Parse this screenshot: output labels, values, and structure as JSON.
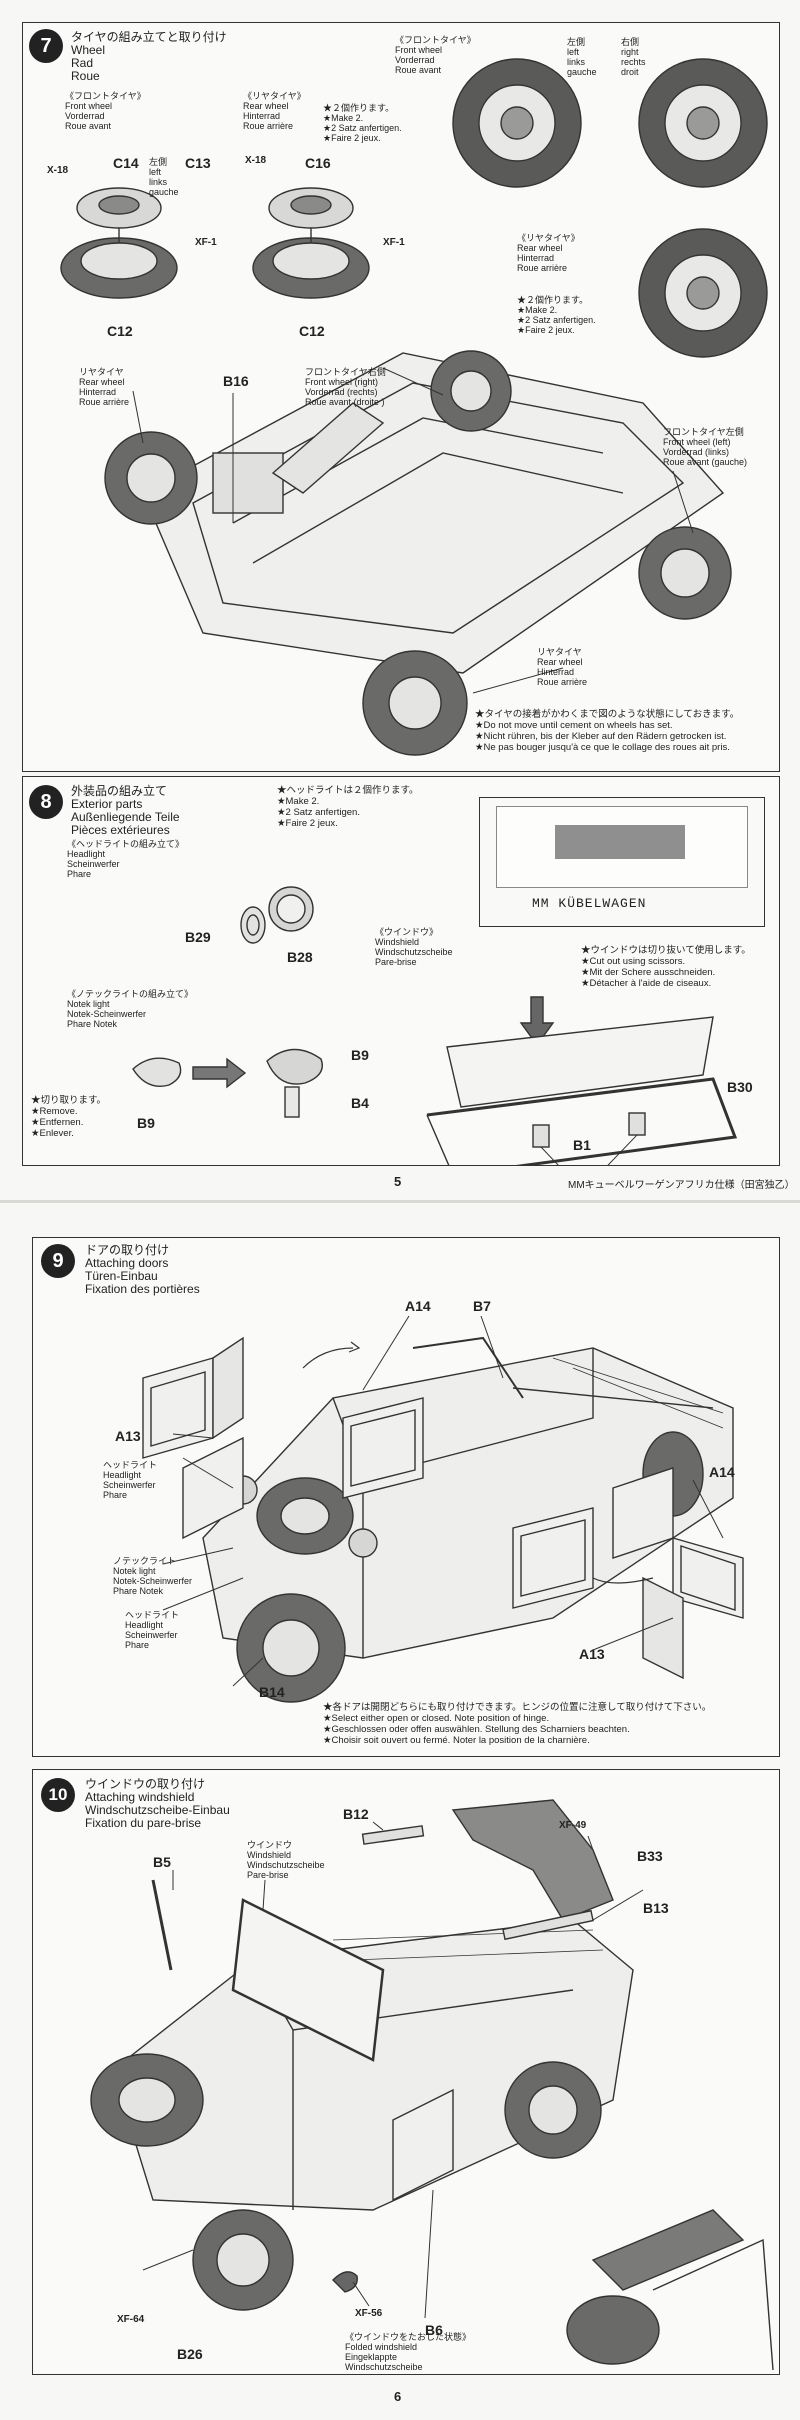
{
  "page5": {
    "step7": {
      "number": "7",
      "title": [
        "タイヤの組み立てと取り付け",
        "Wheel",
        "Rad",
        "Roue"
      ],
      "front_wheel_heading": [
        "《フロントタイヤ》",
        "Front wheel",
        "Vorderrad",
        "Roue avant"
      ],
      "rear_wheel_heading": [
        "《リヤタイヤ》",
        "Rear wheel",
        "Hinterrad",
        "Roue arrière"
      ],
      "make2_front": [
        "★２個作ります。",
        "★Make 2.",
        "★2 Satz anfertigen.",
        "★Faire 2 jeux."
      ],
      "left_label": [
        "左側",
        "left",
        "links",
        "gauche"
      ],
      "right_label": [
        "右側",
        "right",
        "rechts",
        "droit"
      ],
      "front_wheel_top": [
        "《フロントタイヤ》",
        "Front wheel",
        "Vorderrad",
        "Roue avant"
      ],
      "rear_wheel_right": [
        "《リヤタイヤ》",
        "Rear wheel",
        "Hinterrad",
        "Roue arrière"
      ],
      "make2_rear": [
        "★２個作ります。",
        "★Make 2.",
        "★2 Satz anfertigen.",
        "★Faire 2 jeux."
      ],
      "parts": {
        "x18a": "X-18",
        "c14": "C14",
        "c14_left": "左側",
        "c14_left_en": "left",
        "c14_left_de": "links",
        "c14_left_fr": "gauche",
        "c13": "C13",
        "xf1a": "XF-1",
        "c12a": "C12",
        "x18b": "X-18",
        "c16": "C16",
        "xf1b": "XF-1",
        "c12b": "C12",
        "b16": "B16"
      },
      "rear_wheel_left": [
        "リヤタイヤ",
        "Rear wheel",
        "Hinterrad",
        "Roue arrière"
      ],
      "front_right": [
        "フロントタイヤ右側",
        "Front wheel (right)",
        "Vorderrad (rechts)",
        "Roue avant (droite )"
      ],
      "front_left": [
        "フロントタイヤ左側",
        "Front wheel (left)",
        "Vorderrad (links)",
        "Roue avant (gauche)"
      ],
      "rear_wheel_bottom": [
        "リヤタイヤ",
        "Rear wheel",
        "Hinterrad",
        "Roue arrière"
      ],
      "caution": [
        "★タイヤの接着がかわくまで図のような状態にしておきます。",
        "★Do not move until cement on wheels has set.",
        "★Nicht rühren, bis der Kleber auf den Rädern getrocken ist.",
        "★Ne pas bouger jusqu'à ce que le collage des roues ait pris."
      ]
    },
    "step8": {
      "number": "8",
      "title": [
        "外装品の組み立て",
        "Exterior parts",
        "Außenliegende Teile",
        "Pièces extérieures"
      ],
      "headlight_heading": [
        "《ヘッドライトの組み立て》",
        "Headlight",
        "Scheinwerfer",
        "Phare"
      ],
      "make2": [
        "★ヘッドライトは２個作ります。",
        "★Make 2.",
        "★2 Satz anfertigen.",
        "★Faire 2 jeux."
      ],
      "windshield_heading": [
        "《ウインドウ》",
        "Windshield",
        "Windschutzscheibe",
        "Pare-brise"
      ],
      "cutout": [
        "★ウインドウは切り抜いて使用します。",
        "★Cut out using scissors.",
        "★Mit der Schere ausschneiden.",
        "★Détacher à l'aide de ciseaux."
      ],
      "notek_heading": [
        "《ノテックライトの組み立て》",
        "Notek light",
        "Notek-Scheinwerfer",
        "Phare Notek"
      ],
      "remove": [
        "★切り取ります。",
        "★Remove.",
        "★Entfernen.",
        "★Enlever."
      ],
      "decal_text": "MM KÜBELWAGEN",
      "parts": {
        "b29": "B29",
        "b28": "B28",
        "b9a": "B9",
        "b9b": "B9",
        "b4": "B4",
        "b30": "B30",
        "b1": "B1"
      }
    },
    "page_number": "5",
    "footer": "MMキューベルワーゲンアフリカ仕様（田宮独乙）"
  },
  "page6": {
    "step9": {
      "number": "9",
      "title": [
        "ドアの取り付け",
        "Attaching doors",
        "Türen-Einbau",
        "Fixation des portières"
      ],
      "headlight_left": [
        "ヘッドライト",
        "Headlight",
        "Scheinwerfer",
        "Phare"
      ],
      "notek": [
        "ノテックライト",
        "Notek light",
        "Notek-Scheinwerfer",
        "Phare Notek"
      ],
      "headlight_lower": [
        "ヘッドライト",
        "Headlight",
        "Scheinwerfer",
        "Phare"
      ],
      "note": [
        "★各ドアは開閉どちらにも取り付けできます。ヒンジの位置に注意して取り付けて下さい。",
        "★Select either open or closed. Note position of hinge.",
        "★Geschlossen oder offen auswählen. Stellung des Scharniers beachten.",
        "★Choisir soit ouvert ou fermé. Noter la position de la charnière."
      ],
      "parts": {
        "a14a": "A14",
        "b7": "B7",
        "a13a": "A13",
        "a14b": "A14",
        "b14": "B14",
        "a13b": "A13"
      }
    },
    "step10": {
      "number": "10",
      "title": [
        "ウインドウの取り付け",
        "Attaching windshield",
        "Windschutzscheibe-Einbau",
        "Fixation du pare-brise"
      ],
      "windshield_label": [
        "ウインドウ",
        "Windshield",
        "Windschutzscheibe",
        "Pare-brise"
      ],
      "folded": [
        "《ウインドウをたおした状態》",
        "Folded windshield",
        "Eingeklappte",
        "Windschutzscheibe"
      ],
      "parts": {
        "b12": "B12",
        "xf49": "XF-49",
        "b33": "B33",
        "b5": "B5",
        "b13": "B13",
        "xf56": "XF-56",
        "b6": "B6",
        "xf64": "XF-64",
        "b26": "B26"
      }
    },
    "page_number": "6"
  },
  "colors": {
    "ink": "#222222",
    "tire": "#4a4a4a",
    "panel_border": "#333333",
    "paper": "#f7f7f5"
  }
}
